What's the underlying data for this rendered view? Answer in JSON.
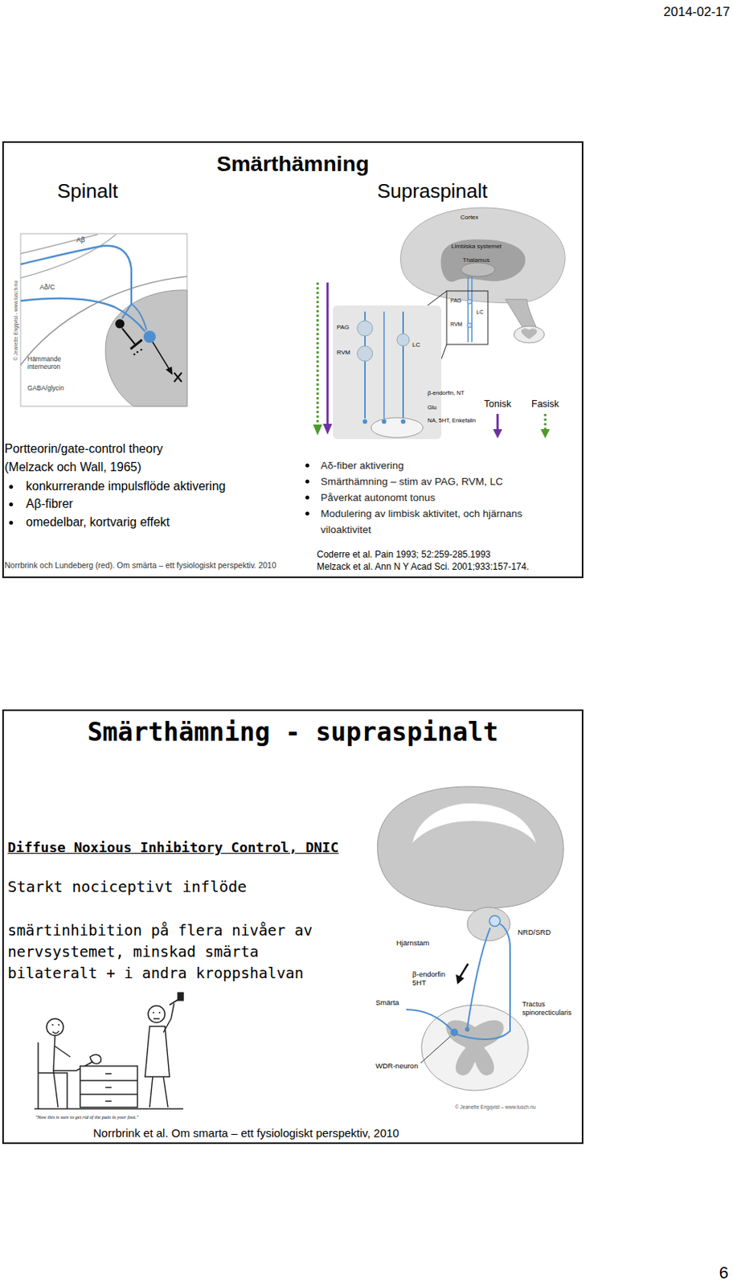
{
  "diagram": {
    "nodes": [
      {
        "text": [
          "Smärthämning",
          "Spinalt",
          "Supraspinalt",
          "Portteorin/gate-control theory (Melzack och Wall, 1965)",
          "konkurrerande impulsflöde aktivering",
          "Aβ-fibrer",
          "omedelbar, kortvarig effekt",
          "Norrbrink och Lundeberg (red). Om smärta – ett fysiologiskt perspektiv. 2010",
          "Aδ-fiber aktivering",
          "Smärthämning – stim av PAG, RVM, LC",
          "Påverkat autonomt tonus",
          "Modulering av limbisk aktivitet, och hjärnans viloaktivitet",
          "Coderre et al. Pain 1993; 52:259-285.1993",
          "Melzack et al. Ann N Y Acad Sci. 2001;933:157-174."
        ]
      },
      {
        "text": [
          "Smärthämning - supraspinalt",
          "Diffuse Noxious Inhibitory Control, DNIC",
          "Starkt nociceptivt inflöde",
          "smärtinhibition på flera nivåer av nervsystemet, minskad smärta bilateralt + i andra kroppshalvan",
          "Norrbrink et al. Om smarta – ett fysiologiskt perspektiv, 2010"
        ]
      }
    ],
    "labels": [
      "2014-02-17",
      "6",
      "Aβ",
      "Aδ/C",
      "Hämmande interneuron",
      "GABA/glycin",
      "© Jeanette Engqvist - www.tusch.nu",
      "Cortex",
      "Limbiska systemet",
      "Thalamus",
      "PAG",
      "LC",
      "RVM",
      "PAG",
      "RVM",
      "LC",
      "β-endorfin, NT",
      "Glu",
      "NA, 5HT, Enkefalin",
      "Hjärnstam",
      "NRD/SRD",
      "β-endorfin 5HT",
      "Smärta",
      "Tractus spinorecticularis",
      "WDR-neuron",
      "© Jeanette Engqvist – www.tusch.nu",
      "\"Now this is sure to get rid of the pain in your foot.\""
    ],
    "legend": [
      {
        "text": "Tonisk"
      },
      {
        "text": "Fasisk"
      }
    ]
  }
}
